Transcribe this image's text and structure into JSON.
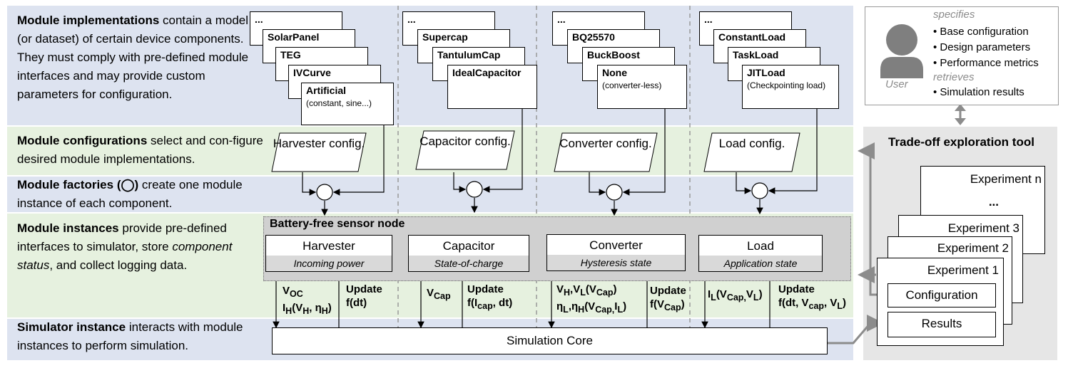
{
  "layers": [
    {
      "title": "Module implementations",
      "text": " contain a model (or dataset) of certain device components. They must comply with pre-defined module interfaces and may provide custom parameters for configuration."
    },
    {
      "title": "Module configurations",
      "text": " select and con-figure desired module implementations."
    },
    {
      "title": "Module factories",
      "symbol": "(◯)",
      "text": " create one module instance of each component."
    },
    {
      "title": "Module instances",
      "text_a": " provide pre-defined interfaces to simulator, store ",
      "text_em": "component status",
      "text_b": ", and collect logging data."
    },
    {
      "title": "Simulator instance",
      "text": " interacts with module instances to perform simulation."
    }
  ],
  "columns": [
    {
      "cards": [
        "...",
        "SolarPanel",
        "TEG",
        "IVCurve",
        "Artificial"
      ],
      "last_sub": "(constant, sine...)",
      "config": "Harvester config.",
      "instance": "Harvester",
      "state": "Incoming power",
      "down": "V_OC / I_H(V_H, η_H)",
      "up": "Update / f(dt)"
    },
    {
      "cards": [
        "...",
        "Supercap",
        "TantulumCap",
        "IdealCapacitor"
      ],
      "last_sub": "",
      "config": "Capacitor config.",
      "instance": "Capacitor",
      "state": "State-of-charge",
      "down": "V_Cap",
      "up": "Update / f(I_cap, dt)"
    },
    {
      "cards": [
        "...",
        "BQ25570",
        "BuckBoost",
        "None"
      ],
      "last_sub": "(converter-less)",
      "config": "Converter config.",
      "instance": "Converter",
      "state": "Hysteresis state",
      "down": "V_H, V_L(V_Cap) / η_L, η_H(V_Cap, I_L)",
      "up": "Update / f(V_Cap)"
    },
    {
      "cards": [
        "...",
        "ConstantLoad",
        "TaskLoad",
        "JITLoad"
      ],
      "last_sub": "(Checkpointing load)",
      "config": "Load config.",
      "instance": "Load",
      "state": "Application state",
      "down": "I_L(V_Cap, V_L)",
      "up": "Update / f(dt, V_cap, V_L)"
    }
  ],
  "node_title": "Battery-free sensor node",
  "core": "Simulation Core",
  "user": {
    "label": "User",
    "specifies": "specifies",
    "spec_items": [
      "Base configuration",
      "Design parameters",
      "Performance metrics"
    ],
    "retrieves": "retrieves",
    "ret_items": [
      "Simulation results"
    ]
  },
  "tool": {
    "title": "Trade-off exploration tool",
    "experiments": [
      "Experiment n",
      "...",
      "Experiment 3",
      "Experiment 2",
      "Experiment 1"
    ],
    "configuration": "Configuration",
    "results": "Results"
  },
  "colors": {
    "blue_band": "#dde3f0",
    "green_band": "#e6f1df",
    "tool_bg": "#e6e6e6",
    "arrow_gray": "#8c8c8c"
  }
}
